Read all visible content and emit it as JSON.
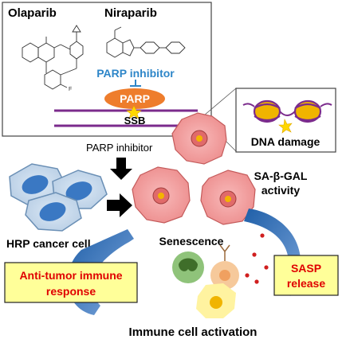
{
  "drugs": {
    "drug1": "Olaparib",
    "drug2": "Niraparib"
  },
  "inhibitor_box": {
    "inhibitor_label": "PARP inhibitor",
    "enzyme_label": "PARP",
    "lesion_label": "SSB"
  },
  "dna_damage_box": {
    "label": "DNA damage"
  },
  "labels": {
    "treatment": "PARP inhibitor",
    "cancer_cell": "HRP cancer cell",
    "senescence": "Senescence",
    "sa_beta_gal_line1": "SA-β-GAL",
    "sa_beta_gal_line2": "activity",
    "immune_activation": "Immune cell activation"
  },
  "callouts": {
    "anti_tumor_line1": "Anti-tumor immune",
    "anti_tumor_line2": "response",
    "sasp_line1": "SASP",
    "sasp_line2": "release"
  },
  "colors": {
    "inhibitor_text": "#2e86c8",
    "parp_enzyme": "#ee7d2c",
    "dna_strand": "#7b2b8c",
    "cancer_cell": "#5b9bd5",
    "senescent_cell": "#ef8f8f",
    "callout_fill": "#ffff99",
    "callout_text": "#e00000",
    "flow_arrow": "#4472c4"
  }
}
